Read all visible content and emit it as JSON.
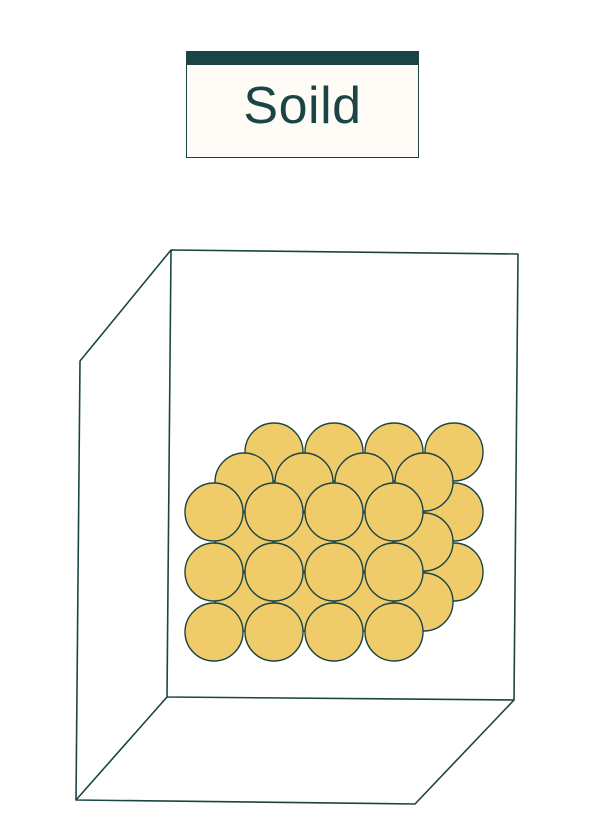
{
  "label": {
    "text": "Soild"
  },
  "colors": {
    "outline": "#1b4545",
    "particle_fill": "#efcb6a",
    "card_fill": "#fffcf7"
  },
  "particles": {
    "layers": 3,
    "rows": 3,
    "columns": 4
  }
}
